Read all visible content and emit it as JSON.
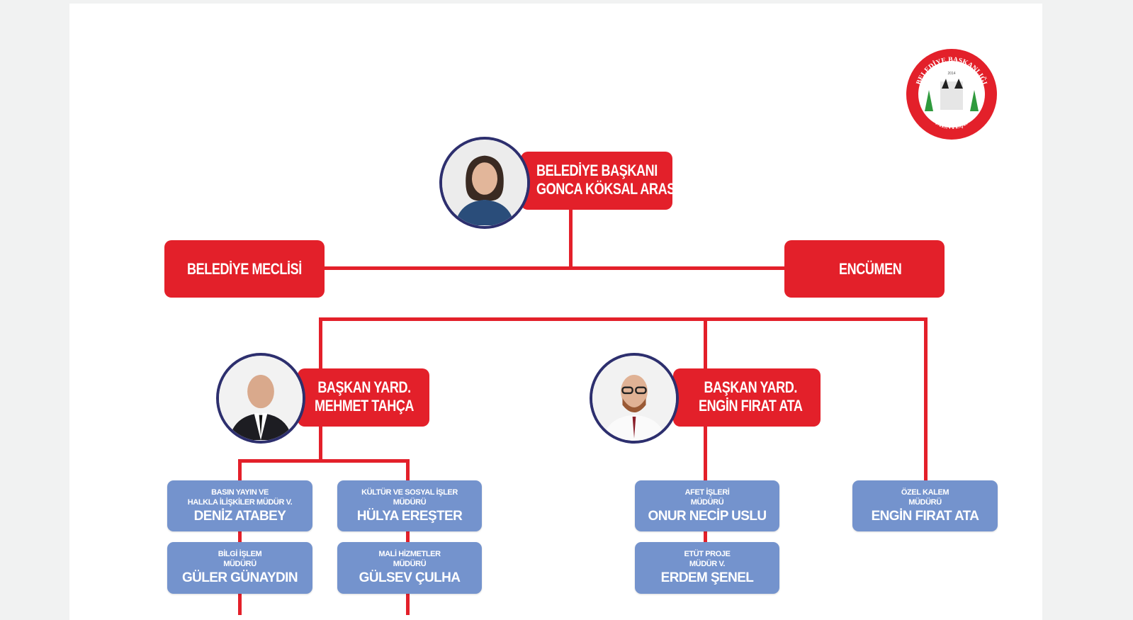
{
  "logo": {
    "top_text": "BELEDİYE BAŞKANLIĞI",
    "bottom_text": "MENTEŞE",
    "year": "2014"
  },
  "mayor": {
    "title": "BELEDİYE BAŞKANI",
    "name": "GONCA KÖKSAL ARAS"
  },
  "council": {
    "label": "BELEDİYE MECLİSİ"
  },
  "committee": {
    "label": "ENCÜMEN"
  },
  "deputies": [
    {
      "title": "BAŞKAN YARD.",
      "name": "MEHMET TAHÇA"
    },
    {
      "title": "BAŞKAN YARD.",
      "name": "ENGİN FIRAT ATA"
    }
  ],
  "units": [
    {
      "title1": "BASIN YAYIN VE",
      "title2": "HALKLA İLİŞKİLER MÜDÜR V.",
      "name": "DENİZ ATABEY"
    },
    {
      "title1": "BİLGİ İŞLEM",
      "title2": "MÜDÜRÜ",
      "name": "GÜLER GÜNAYDIN"
    },
    {
      "title1": "KÜLTÜR VE SOSYAL İŞLER",
      "title2": "MÜDÜRÜ",
      "name": "HÜLYA EREŞTER"
    },
    {
      "title1": "MALİ HİZMETLER",
      "title2": "MÜDÜRÜ",
      "name": "GÜLSEV ÇULHA"
    },
    {
      "title1": "AFET İŞLERİ",
      "title2": "MÜDÜRÜ",
      "name": "ONUR NECİP USLU"
    },
    {
      "title1": "ETÜT PROJE",
      "title2": "MÜDÜR V.",
      "name": "ERDEM ŞENEL"
    },
    {
      "title1": "ÖZEL KALEM",
      "title2": "MÜDÜRÜ",
      "name": "ENGİN FIRAT ATA"
    }
  ],
  "colors": {
    "red": "#e3202a",
    "blue": "#7493cd",
    "navy": "#2d2f6e"
  }
}
